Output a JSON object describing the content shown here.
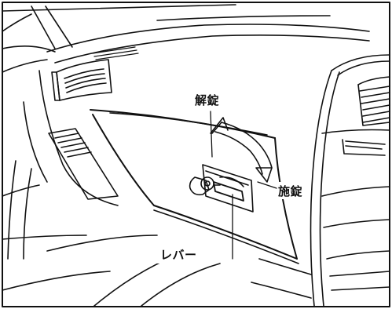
{
  "diagram": {
    "labels": {
      "unlock": "解錠",
      "lock": "施錠",
      "lever": "レバー"
    },
    "colors": {
      "line": "#111111",
      "background": "#ffffff"
    }
  }
}
